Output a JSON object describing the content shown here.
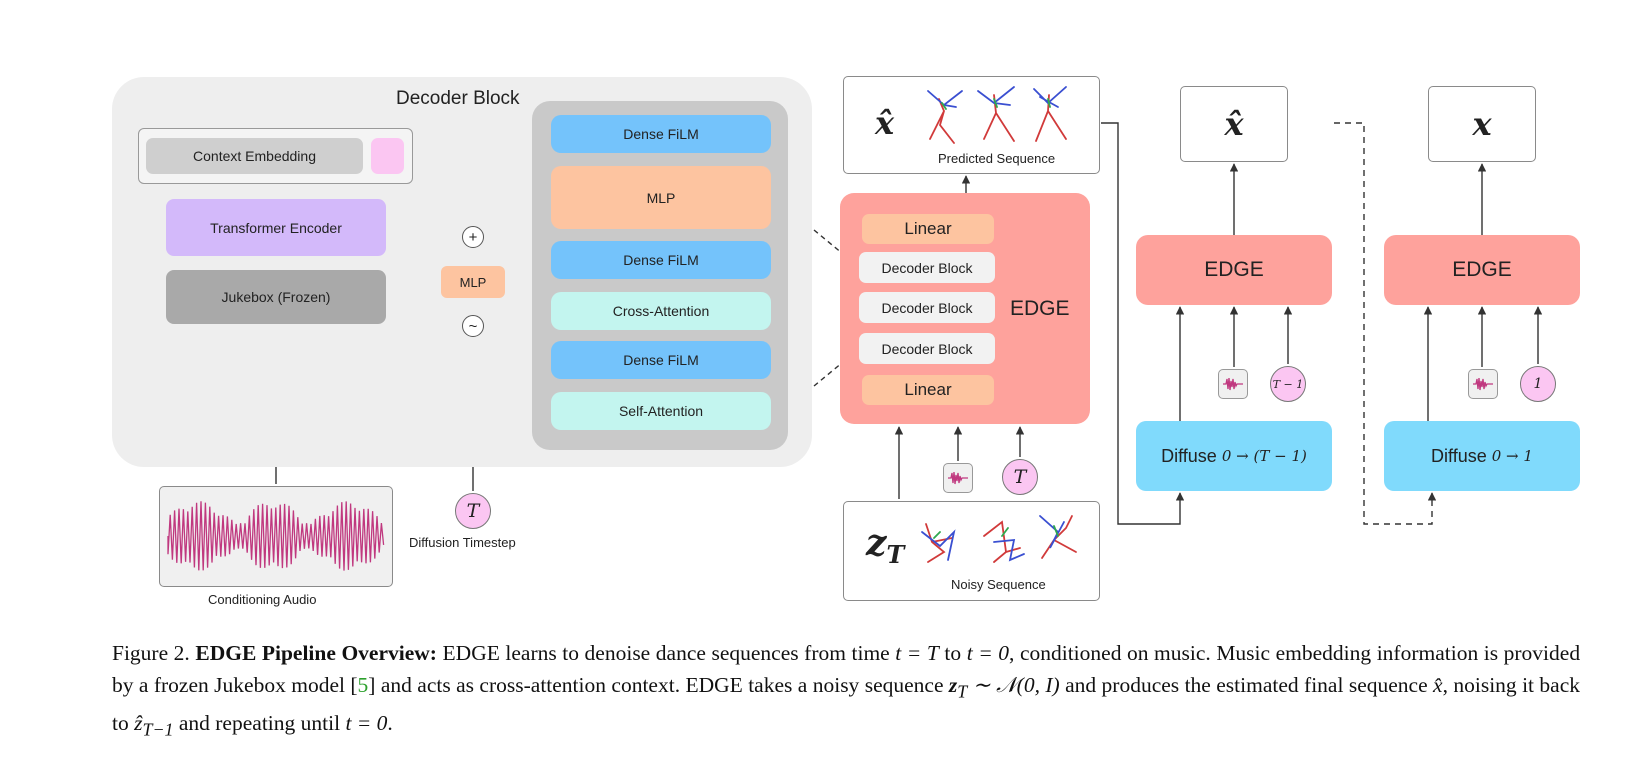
{
  "decoder_block": {
    "title": "Decoder Block",
    "context_embedding": "Context Embedding",
    "transformer_encoder": "Transformer Encoder",
    "jukebox": "Jukebox (Frozen)",
    "mlp_small": "MLP",
    "plus_symbol": "+",
    "tilde_symbol": "~",
    "stack": [
      "Dense FiLM",
      "MLP",
      "Dense FiLM",
      "Cross-Attention",
      "Dense FiLM",
      "Self-Attention"
    ],
    "conditioning_audio": "Conditioning Audio",
    "timestep_symbol": "T",
    "timestep_label": "Diffusion Timestep"
  },
  "edge_model": {
    "label": "EDGE",
    "layers": [
      "Linear",
      "Decoder Block",
      "Decoder Block",
      "Decoder Block",
      "Linear"
    ],
    "predicted_symbol": "x̂",
    "predicted_label": "Predicted Sequence",
    "noisy_symbol": "z",
    "noisy_subscript": "T",
    "noisy_label": "Noisy Sequence",
    "timestep_symbol": "T"
  },
  "step_a": {
    "output_symbol": "x̂",
    "edge_label": "EDGE",
    "time_symbol": "T − 1",
    "diffuse_label": "Diffuse",
    "diffuse_math": "0 → (T − 1)"
  },
  "step_b": {
    "output_symbol": "x",
    "edge_label": "EDGE",
    "time_symbol": "1",
    "diffuse_label": "Diffuse",
    "diffuse_math": "0 → 1"
  },
  "caption": {
    "figure_label": "Figure 2.",
    "bold_title": "EDGE Pipeline Overview:",
    "text_1": "EDGE learns to denoise dance sequences from time",
    "math_1": "t = T",
    "text_2": "to",
    "math_2": "t = 0",
    "text_3": ", conditioned on music. Music embedding information is provided by a frozen Jukebox model [",
    "ref": "5",
    "text_4": "] and acts as cross-attention context. EDGE takes a noisy sequence",
    "math_3": "z",
    "math_3_sub": "T",
    "math_4": "∼ 𝒩(0, I)",
    "text_5": "and produces the estimated final sequence",
    "math_5": "x̂",
    "text_6": ", noising it back to",
    "math_6": "ẑ",
    "math_6_sub": "T−1",
    "text_7": "and repeating until",
    "math_7": "t = 0",
    "text_8": "."
  },
  "colors": {
    "dense_film": "#74c3fb",
    "mlp": "#fdc4a0",
    "attention": "#c3f5ef",
    "edge": "#fea29c",
    "diffuse": "#80dafc",
    "pink": "#fbc6f2",
    "purple": "#d3b9fa",
    "jukebox": "#a9a9a9",
    "panel": "#eeeeee",
    "stack_bg": "#c9c9c9"
  }
}
